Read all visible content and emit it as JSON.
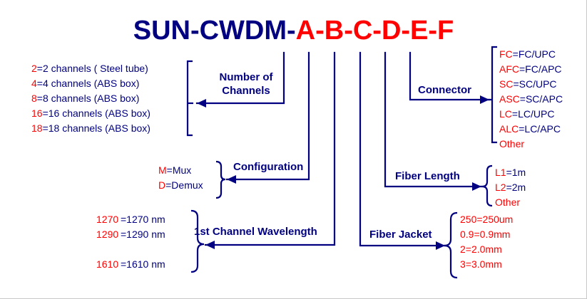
{
  "diagram": {
    "title": {
      "prefix": "SUN-CWDM-",
      "codes": "A-B-C-D-E-F",
      "full": "SUN-CWDM-A-B-C-D-E-F"
    },
    "colors": {
      "navy": "#000080",
      "red": "#ff0000",
      "background": "#ffffff"
    },
    "groups": {
      "channels": {
        "heading_line1": "Number of",
        "heading_line2": "Channels",
        "options": [
          {
            "code": "2",
            "desc": "=2 channels ( Steel tube)"
          },
          {
            "code": "4",
            "desc": "=4 channels (ABS box)"
          },
          {
            "code": "8",
            "desc": "=8 channels (ABS box)"
          },
          {
            "code": "16",
            "desc": "=16 channels (ABS box)"
          },
          {
            "code": "18",
            "desc": "=18 channels (ABS box)"
          }
        ]
      },
      "configuration": {
        "heading": "Configuration",
        "options": [
          {
            "code": "M",
            "desc": "=Mux"
          },
          {
            "code": "D",
            "desc": "=Demux"
          }
        ]
      },
      "wavelength": {
        "heading": "1st Channel Wavelength",
        "options": [
          {
            "code": "1270",
            "desc": "=1270 nm"
          },
          {
            "code": "1290",
            "desc": "=1290 nm"
          },
          {
            "code": "",
            "desc": ""
          },
          {
            "code": "1610",
            "desc": "=1610 nm"
          }
        ]
      },
      "connector": {
        "heading": "Connector",
        "options": [
          {
            "code": "FC",
            "desc": "=FC/UPC"
          },
          {
            "code": "AFC",
            "desc": "=FC/APC"
          },
          {
            "code": "SC",
            "desc": "=SC/UPC"
          },
          {
            "code": "ASC",
            "desc": "=SC/APC"
          },
          {
            "code": "LC",
            "desc": "=LC/UPC"
          },
          {
            "code": "ALC",
            "desc": "=LC/APC"
          },
          {
            "code": "Other",
            "desc": ""
          }
        ]
      },
      "fiber_length": {
        "heading": "Fiber Length",
        "options": [
          {
            "code": "L1",
            "desc": "=1m"
          },
          {
            "code": "L2",
            "desc": "=2m"
          },
          {
            "code": "Other",
            "desc": ""
          }
        ]
      },
      "fiber_jacket": {
        "heading": "Fiber Jacket",
        "options": [
          {
            "code": "250",
            "desc": "=250um"
          },
          {
            "code": "0.9",
            "desc": "=0.9mm"
          },
          {
            "code": "2",
            "desc": "=2.0mm"
          },
          {
            "code": "3",
            "desc": "=3.0mm"
          }
        ]
      }
    }
  }
}
